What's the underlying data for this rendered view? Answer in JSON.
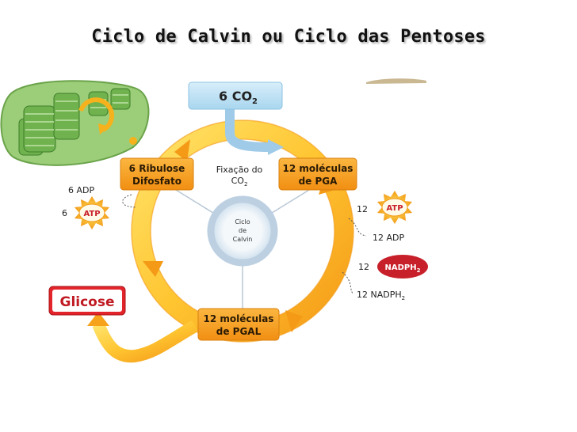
{
  "title": "Ciclo de Calvin  ou Ciclo das Pentoses",
  "nodes": {
    "co2": {
      "prefix": "6 CO",
      "sub": "2"
    },
    "ribulose": {
      "line1": "6 Ribulose",
      "line2": "Difosfato"
    },
    "pga": {
      "line1": "12 moléculas",
      "line2": "de PGA"
    },
    "pgal": {
      "line1": "12 moléculas",
      "line2": "de PGAL"
    },
    "glicose": "Glicose",
    "fixacao": {
      "line1": "Fixação do",
      "line2_prefix": "CO",
      "line2_sub": "2"
    },
    "center": {
      "line1": "Ciclo",
      "line2": "de",
      "line3": "Calvin"
    }
  },
  "left_inputs": {
    "adp": "6 ADP",
    "atp_count": "6",
    "atp": "ATP"
  },
  "right_inputs": {
    "atp_count": "12",
    "atp": "ATP",
    "adp": "12 ADP",
    "nadph_count": "12",
    "nadph_prefix": "NADPH",
    "nadph_sub": "2",
    "nadph_out_prefix": "12 NADPH",
    "nadph_out_sub": "2"
  },
  "colors": {
    "cycle_orange": "#f6a21a",
    "cycle_yellow": "#ffd84a",
    "box_orange": "#f9a31c",
    "box_blue": "#bfe2f5",
    "glicose_red": "#e3242b",
    "nadph_red": "#c8202a",
    "atp_star": "#f9a01b",
    "chloroplast_green": "#8ec66b"
  }
}
